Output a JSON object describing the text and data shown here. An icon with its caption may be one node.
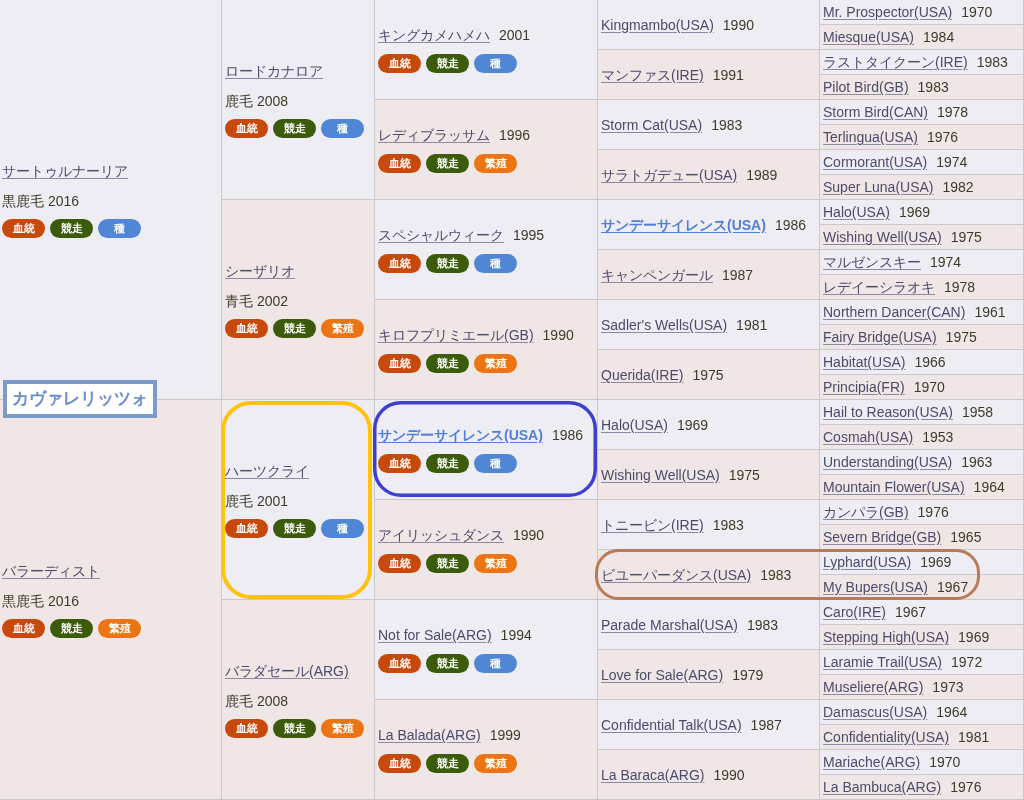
{
  "diagram": {
    "nodes": [
      {
        "text": [
          "カヴァレリッツォ"
        ]
      },
      {
        "text": [
          "サートゥルナーリア",
          "黒鹿毛 2016"
        ]
      },
      {
        "text": [
          "血統"
        ],
        "in": 1
      },
      {
        "text": [
          "競走"
        ],
        "in": 1
      },
      {
        "text": [
          "種"
        ],
        "in": 1
      },
      {
        "text": [
          "ロードカナロア",
          "鹿毛 2008"
        ]
      },
      {
        "text": [
          "血統"
        ],
        "in": 5
      },
      {
        "text": [
          "競走"
        ],
        "in": 5
      },
      {
        "text": [
          "種"
        ],
        "in": 5
      },
      {
        "text": [
          "キングカメハメハ",
          "2001"
        ]
      },
      {
        "text": [
          "血統"
        ],
        "in": 9
      },
      {
        "text": [
          "競走"
        ],
        "in": 9
      },
      {
        "text": [
          "種"
        ],
        "in": 9
      },
      {
        "text": [
          "Kingmambo(USA)",
          "1990"
        ]
      },
      {
        "text": [
          "Mr. Prospector(USA)",
          "1970"
        ]
      },
      {
        "text": [
          "Miesque(USA)",
          "1984"
        ]
      },
      {
        "text": [
          "マンファス(IRE)",
          "1991"
        ]
      },
      {
        "text": [
          "ラストタイクーン(IRE)",
          "1983"
        ]
      },
      {
        "text": [
          "Pilot Bird(GB)",
          "1983"
        ]
      },
      {
        "text": [
          "レディブラッサム",
          "1996"
        ]
      },
      {
        "text": [
          "血統"
        ],
        "in": 19
      },
      {
        "text": [
          "競走"
        ],
        "in": 19
      },
      {
        "text": [
          "繁殖"
        ],
        "in": 19
      },
      {
        "text": [
          "Storm Cat(USA)",
          "1983"
        ]
      },
      {
        "text": [
          "Storm Bird(CAN)",
          "1978"
        ]
      },
      {
        "text": [
          "Terlingua(USA)",
          "1976"
        ]
      },
      {
        "text": [
          "サラトガデュー(USA)",
          "1989"
        ]
      },
      {
        "text": [
          "Cormorant(USA)",
          "1974"
        ]
      },
      {
        "text": [
          "Super Luna(USA)",
          "1982"
        ]
      },
      {
        "text": [
          "シーザリオ",
          "青毛 2002"
        ]
      },
      {
        "text": [
          "血統"
        ],
        "in": 29
      },
      {
        "text": [
          "競走"
        ],
        "in": 29
      },
      {
        "text": [
          "繁殖"
        ],
        "in": 29
      },
      {
        "text": [
          "スペシャルウィーク",
          "1995"
        ]
      },
      {
        "text": [
          "血統"
        ],
        "in": 33
      },
      {
        "text": [
          "競走"
        ],
        "in": 33
      },
      {
        "text": [
          "種"
        ],
        "in": 33
      },
      {
        "text": [
          "サンデーサイレンス(USA)",
          "1986"
        ]
      },
      {
        "text": [
          "Halo(USA)",
          "1969"
        ]
      },
      {
        "text": [
          "Wishing Well(USA)",
          "1975"
        ]
      },
      {
        "text": [
          "キャンペンガール",
          "1987"
        ]
      },
      {
        "text": [
          "マルゼンスキー",
          "1974"
        ]
      },
      {
        "text": [
          "レデイーシラオキ",
          "1978"
        ]
      },
      {
        "text": [
          "キロフプリミエール(GB)",
          "1990"
        ]
      },
      {
        "text": [
          "血統"
        ],
        "in": 43
      },
      {
        "text": [
          "競走"
        ],
        "in": 43
      },
      {
        "text": [
          "繁殖"
        ],
        "in": 43
      },
      {
        "text": [
          "Sadler's Wells(USA)",
          "1981"
        ]
      },
      {
        "text": [
          "Northern Dancer(CAN)",
          "1961"
        ]
      },
      {
        "text": [
          "Fairy Bridge(USA)",
          "1975"
        ]
      },
      {
        "text": [
          "Querida(IRE)",
          "1975"
        ]
      },
      {
        "text": [
          "Habitat(USA)",
          "1966"
        ]
      },
      {
        "text": [
          "Principia(FR)",
          "1970"
        ]
      },
      {
        "text": [
          "バラーディスト",
          "黒鹿毛 2016"
        ]
      },
      {
        "text": [
          "血統"
        ],
        "in": 53
      },
      {
        "text": [
          "競走"
        ],
        "in": 53
      },
      {
        "text": [
          "繁殖"
        ],
        "in": 53
      },
      {
        "text": [
          "ハーツクライ",
          "鹿毛 2001"
        ]
      },
      {
        "text": [
          "血統"
        ],
        "in": 57
      },
      {
        "text": [
          "競走"
        ],
        "in": 57
      },
      {
        "text": [
          "種"
        ],
        "in": 57
      },
      {
        "text": [
          "サンデーサイレンス(USA)",
          "1986"
        ]
      },
      {
        "text": [
          "血統"
        ],
        "in": 61
      },
      {
        "text": [
          "競走"
        ],
        "in": 61
      },
      {
        "text": [
          "種"
        ],
        "in": 61
      },
      {
        "text": [
          "Halo(USA)",
          "1969"
        ]
      },
      {
        "text": [
          "Hail to Reason(USA)",
          "1958"
        ]
      },
      {
        "text": [
          "Cosmah(USA)",
          "1953"
        ]
      },
      {
        "text": [
          "Wishing Well(USA)",
          "1975"
        ]
      },
      {
        "text": [
          "Understanding(USA)",
          "1963"
        ]
      },
      {
        "text": [
          "Mountain Flower(USA)",
          "1964"
        ]
      },
      {
        "text": [
          "アイリッシュダンス",
          "1990"
        ]
      },
      {
        "text": [
          "血統"
        ],
        "in": 71
      },
      {
        "text": [
          "競走"
        ],
        "in": 71
      },
      {
        "text": [
          "繁殖"
        ],
        "in": 71
      },
      {
        "text": [
          "トニービン(IRE)",
          "1983"
        ]
      },
      {
        "text": [
          "カンパラ(GB)",
          "1976"
        ]
      },
      {
        "text": [
          "Severn Bridge(GB)",
          "1965"
        ]
      },
      {
        "text": [
          "ビユーパーダンス(USA)",
          "1983"
        ]
      },
      {
        "text": [
          "Lyphard(USA)",
          "1969"
        ]
      },
      {
        "text": [
          "My Bupers(USA)",
          "1967"
        ]
      },
      {
        "text": [
          "バラダセール(ARG)",
          "鹿毛 2008"
        ]
      },
      {
        "text": [
          "血統"
        ],
        "in": 81
      },
      {
        "text": [
          "競走"
        ],
        "in": 81
      },
      {
        "text": [
          "繁殖"
        ],
        "in": 81
      },
      {
        "text": [
          "Not for Sale(ARG)",
          "1994"
        ]
      },
      {
        "text": [
          "血統"
        ],
        "in": 85
      },
      {
        "text": [
          "競走"
        ],
        "in": 85
      },
      {
        "text": [
          "種"
        ],
        "in": 85
      },
      {
        "text": [
          "Parade Marshal(USA)",
          "1983"
        ]
      },
      {
        "text": [
          "Caro(IRE)",
          "1967"
        ]
      },
      {
        "text": [
          "Stepping High(USA)",
          "1969"
        ]
      },
      {
        "text": [
          "Love for Sale(ARG)",
          "1979"
        ]
      },
      {
        "text": [
          "Laramie Trail(USA)",
          "1972"
        ]
      },
      {
        "text": [
          "Museliere(ARG)",
          "1973"
        ]
      },
      {
        "text": [
          "La Balada(ARG)",
          "1999"
        ]
      },
      {
        "text": [
          "血統"
        ],
        "in": 95
      },
      {
        "text": [
          "競走"
        ],
        "in": 95
      },
      {
        "text": [
          "繁殖"
        ],
        "in": 95
      },
      {
        "text": [
          "Confidential Talk(USA)",
          "1987"
        ]
      },
      {
        "text": [
          "Damascus(USA)",
          "1964"
        ]
      },
      {
        "text": [
          "Confidentiality(USA)",
          "1981"
        ]
      },
      {
        "text": [
          "La Baraca(ARG)",
          "1990"
        ]
      },
      {
        "text": [
          "Mariache(ARG)",
          "1970"
        ]
      },
      {
        "text": [
          "La Bambuca(ARG)",
          "1976"
        ]
      }
    ]
  }
}
